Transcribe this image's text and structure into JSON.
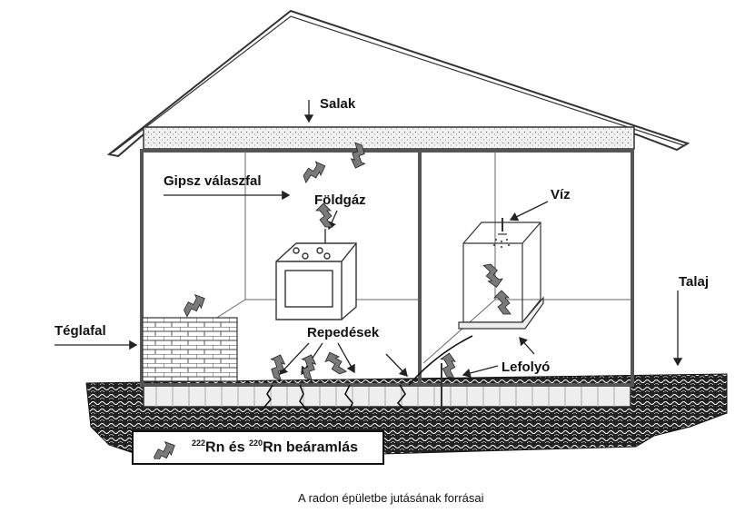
{
  "labels": {
    "salak": "Salak",
    "gipsz": "Gipsz válaszfal",
    "foldgaz": "Földgáz",
    "viz": "Víz",
    "talaj": "Talaj",
    "teglafal": "Téglafal",
    "repedesek": "Repedések",
    "lefolyo": "Lefolyó"
  },
  "legend": {
    "iso1": "222",
    "rn1": "Rn és ",
    "iso2": "220",
    "rn2": "Rn beáramlás"
  },
  "caption": "A radon épületbe jutásának forrásai",
  "colors": {
    "line": "#333333",
    "radon_arrow": "#7a7a7a",
    "wall": "#555555",
    "background": "#ffffff"
  }
}
